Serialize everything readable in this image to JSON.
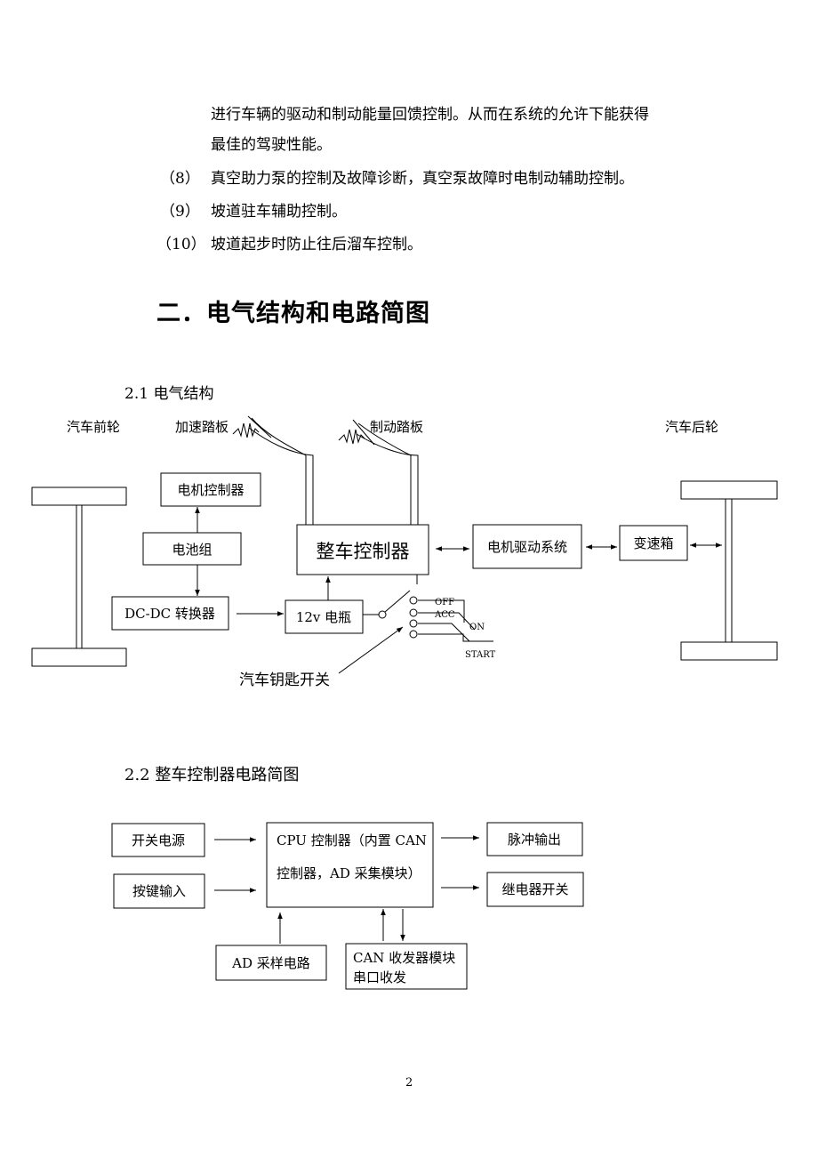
{
  "paragraphs": {
    "cont_line1": "进行车辆的驱动和制动能量回馈控制。从而在系统的允许下能获得",
    "cont_line2": "最佳的驾驶性能。",
    "items": [
      {
        "num": "（8）",
        "text": "真空助力泵的控制及故障诊断，真空泵故障时电制动辅助控制。"
      },
      {
        "num": "（9）",
        "text": "坡道驻车辅助控制。"
      },
      {
        "num": "（10）",
        "text": "坡道起步时防止往后溜车控制。"
      }
    ]
  },
  "section_title": "二．电气结构和电路简图",
  "diagram1": {
    "heading": "2.1 电气结构",
    "front_wheel": "汽车前轮",
    "accel_pedal": "加速踏板",
    "brake_pedal": "制动踏板",
    "rear_wheel": "汽车后轮",
    "motor_controller": "电机控制器",
    "battery_pack": "电池组",
    "dcdc": "DC-DC 转换器",
    "vcu": "整车控制器",
    "battery_12v": "12v 电瓶",
    "motor_drive": "电机驱动系统",
    "gearbox": "变速箱",
    "key_switch": "汽车钥匙开关",
    "positions": {
      "off": "OFF",
      "acc": "ACC",
      "on": "ON",
      "start": "START"
    }
  },
  "diagram2": {
    "heading": "2.2 整车控制器电路简图",
    "power_switch": "开关电源",
    "key_input": "按键输入",
    "cpu_line1": "CPU 控制器（内置 CAN",
    "cpu_line2": "控制器，AD 采集模块）",
    "pulse_output": "脉冲输出",
    "relay_switch": "继电器开关",
    "ad_sampling": "AD 采样电路",
    "can_line1": "CAN 收发器模块",
    "can_line2": "串口收发"
  },
  "page_number": "2"
}
